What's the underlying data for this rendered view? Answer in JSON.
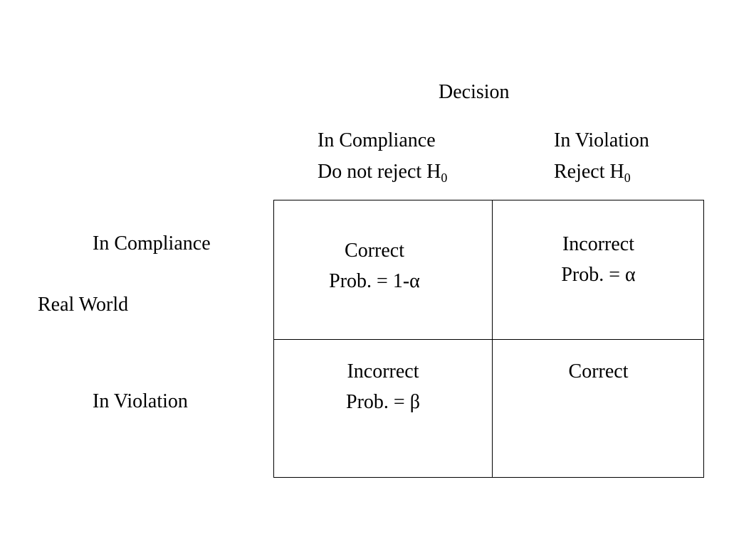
{
  "decision": {
    "title": "Decision",
    "col_compliance": {
      "heading": "In Compliance",
      "action": "Do not reject H",
      "subscript": "0"
    },
    "col_violation": {
      "heading": "In Violation",
      "action": "Reject H",
      "subscript": "0"
    }
  },
  "real_world": {
    "title": "Real World",
    "row_compliance": "In Compliance",
    "row_violation": "In Violation"
  },
  "cells": {
    "compliance_compliance": {
      "result": "Correct",
      "prob": "Prob.  = 1-α"
    },
    "compliance_violation": {
      "result": "Incorrect",
      "prob": "Prob. = α"
    },
    "violation_compliance": {
      "result": "Incorrect",
      "prob": "Prob. = β"
    },
    "violation_violation": {
      "result": "Correct"
    }
  }
}
